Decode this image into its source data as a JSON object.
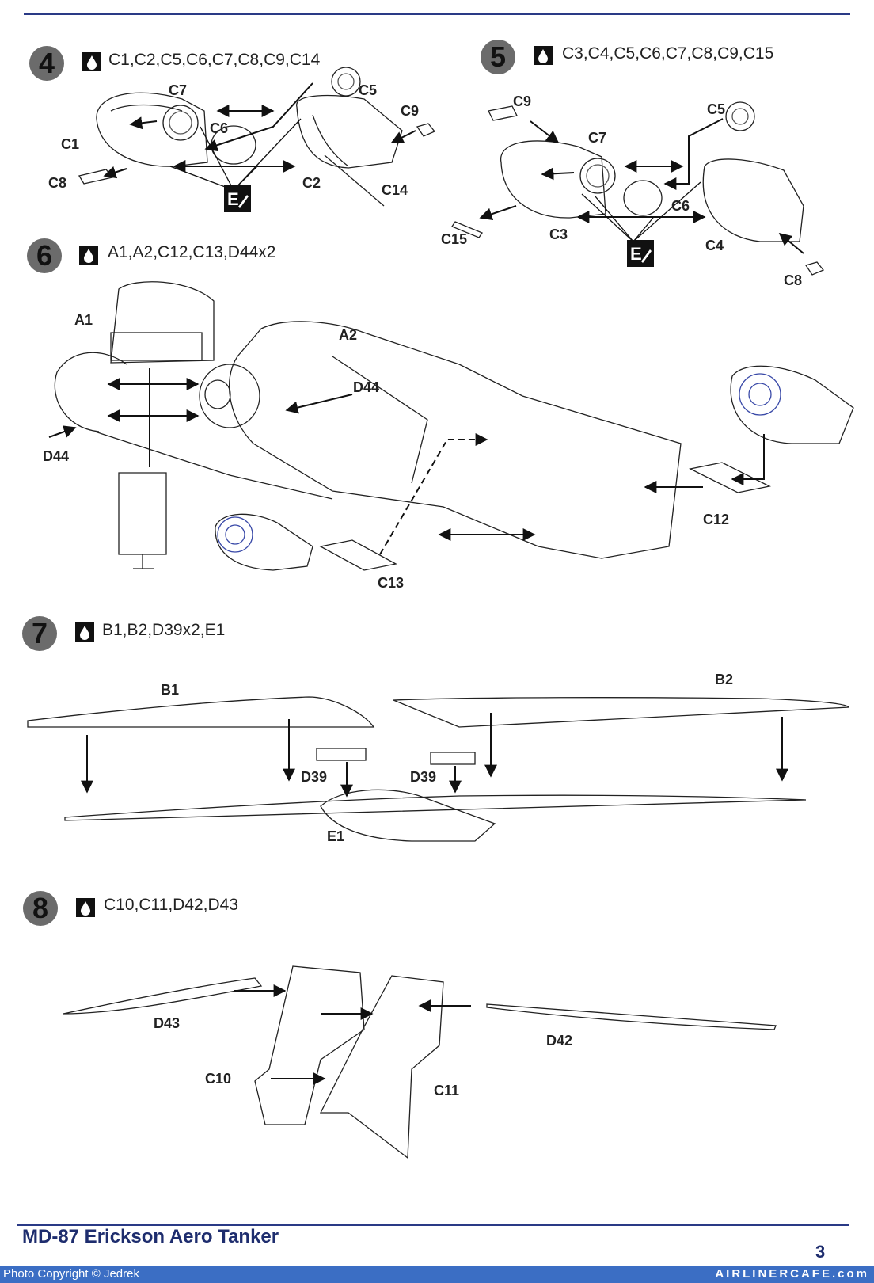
{
  "steps": [
    {
      "number": "4",
      "parts": "C1,C2,C5,C6,C7,C8,C9,C14",
      "labels": {
        "c7": "C7",
        "c5": "C5",
        "c9": "C9",
        "c1": "C1",
        "c6": "C6",
        "c8": "C8",
        "c2": "C2",
        "c14": "C14"
      }
    },
    {
      "number": "5",
      "parts": "C3,C4,C5,C6,C7,C8,C9,C15",
      "labels": {
        "c9": "C9",
        "c5": "C5",
        "c7": "C7",
        "c6": "C6",
        "c15": "C15",
        "c3": "C3",
        "c4": "C4",
        "c8": "C8"
      }
    },
    {
      "number": "6",
      "parts": "A1,A2,C12,C13,D44x2",
      "labels": {
        "a1": "A1",
        "a2": "A2",
        "d44a": "D44",
        "d44b": "D44",
        "c12": "C12",
        "c13": "C13"
      }
    },
    {
      "number": "7",
      "parts": "B1,B2,D39x2,E1",
      "labels": {
        "b1": "B1",
        "b2": "B2",
        "d39a": "D39",
        "d39b": "D39",
        "e1": "E1"
      }
    },
    {
      "number": "8",
      "parts": "C10,C11,D42,D43",
      "labels": {
        "d43": "D43",
        "d42": "D42",
        "c10": "C10",
        "c11": "C11"
      }
    }
  ],
  "icons": {
    "glue": "glue-drop-icon",
    "paint": "paint-brush-icon"
  },
  "colors": {
    "rule": "#2a3a86",
    "accent": "#1e2d6e",
    "credit_bar": "#3b6ec4",
    "step_circle": "#6b6b6b"
  },
  "footer": {
    "title": "MD-87 Erickson Aero Tanker",
    "page": "3"
  },
  "credits": {
    "left": "Photo Copyright © Jedrek",
    "right": "AIRLINERCAFE.com"
  }
}
